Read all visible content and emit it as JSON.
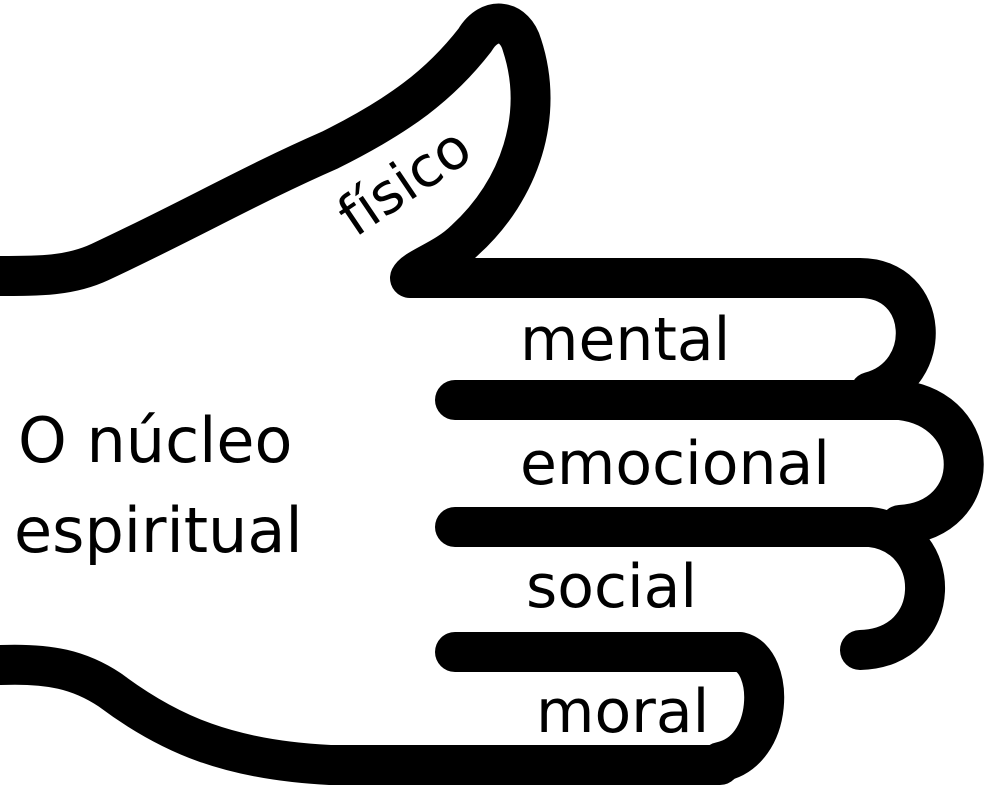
{
  "diagram": {
    "core_label_lines": [
      "O núcleo",
      "espiritual"
    ],
    "fingers": {
      "thumb": "físico",
      "index": "mental",
      "middle": "emocional",
      "ring": "social",
      "little": "moral"
    }
  },
  "colors": {
    "outline": "#000000",
    "background": "#ffffff",
    "text": "#000000"
  }
}
